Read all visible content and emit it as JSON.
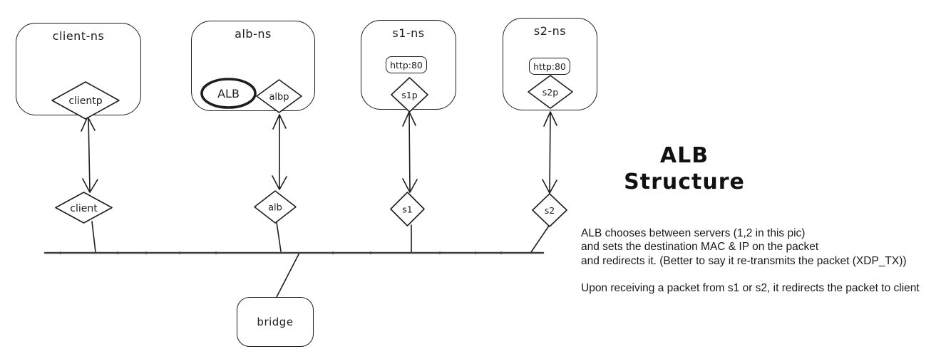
{
  "title": {
    "lines": [
      "ALB",
      "Structure"
    ]
  },
  "namespaces": [
    {
      "label": "client-ns"
    },
    {
      "label": "alb-ns"
    },
    {
      "label": "s1-ns"
    },
    {
      "label": "s2-ns"
    }
  ],
  "nodes": {
    "clientp": "clientp",
    "albp": "albp",
    "s1p": "s1p",
    "s2p": "s2p",
    "client": "client",
    "alb": "alb",
    "s1": "s1",
    "s2": "s2",
    "alb_program": "ALB",
    "s1_service": "http:80",
    "s2_service": "http:80",
    "bridge": "bridge"
  },
  "notes": {
    "lines": [
      "ALB chooses between servers (1,2 in this pic)",
      "and sets the destination MAC & IP on the packet",
      "and redirects it. (Better to say it re-transmits the packet (XDP_TX))",
      "",
      "Upon receiving a packet from s1 or s2, it redirects the packet to client"
    ]
  },
  "colors": {
    "stroke": "#1e1e1e",
    "bus": "#3f3f3f",
    "background": "#ffffff"
  }
}
